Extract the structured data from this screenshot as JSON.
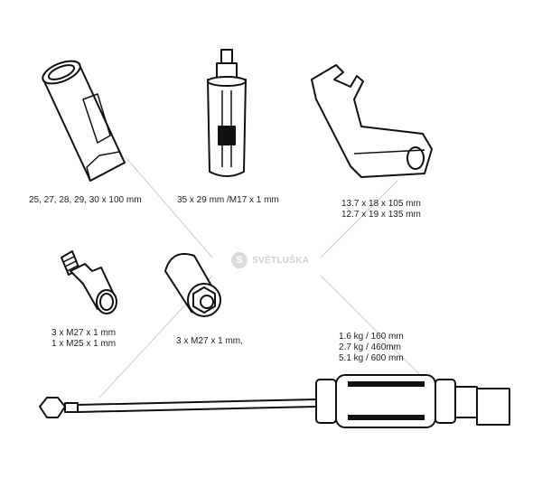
{
  "watermark": {
    "brand": "SVĚTLUŠKA"
  },
  "parts": [
    {
      "name": "socket-tube",
      "label_lines": [
        "25, 27, 28, 29, 30 x 100 mm"
      ]
    },
    {
      "name": "adapter-tool",
      "label_lines": [
        "35 x 29 mm /M17 x 1 mm"
      ]
    },
    {
      "name": "bracket",
      "label_lines": [
        "13.7 x 18 x 105 mm",
        "12.7 x 19 x 135 mm"
      ]
    },
    {
      "name": "threaded-adapter",
      "label_lines": [
        "3 x M27 x 1 mm",
        "1 x M25 x 1 mm"
      ]
    },
    {
      "name": "nut-socket",
      "label_lines": [
        "3 x M27 x 1 mm,"
      ]
    },
    {
      "name": "slide-hammer",
      "label_lines": [
        "1.6 kg / 160 mm",
        "2.7 kg / 460mm",
        "5.1 kg / 600 mm"
      ]
    }
  ]
}
